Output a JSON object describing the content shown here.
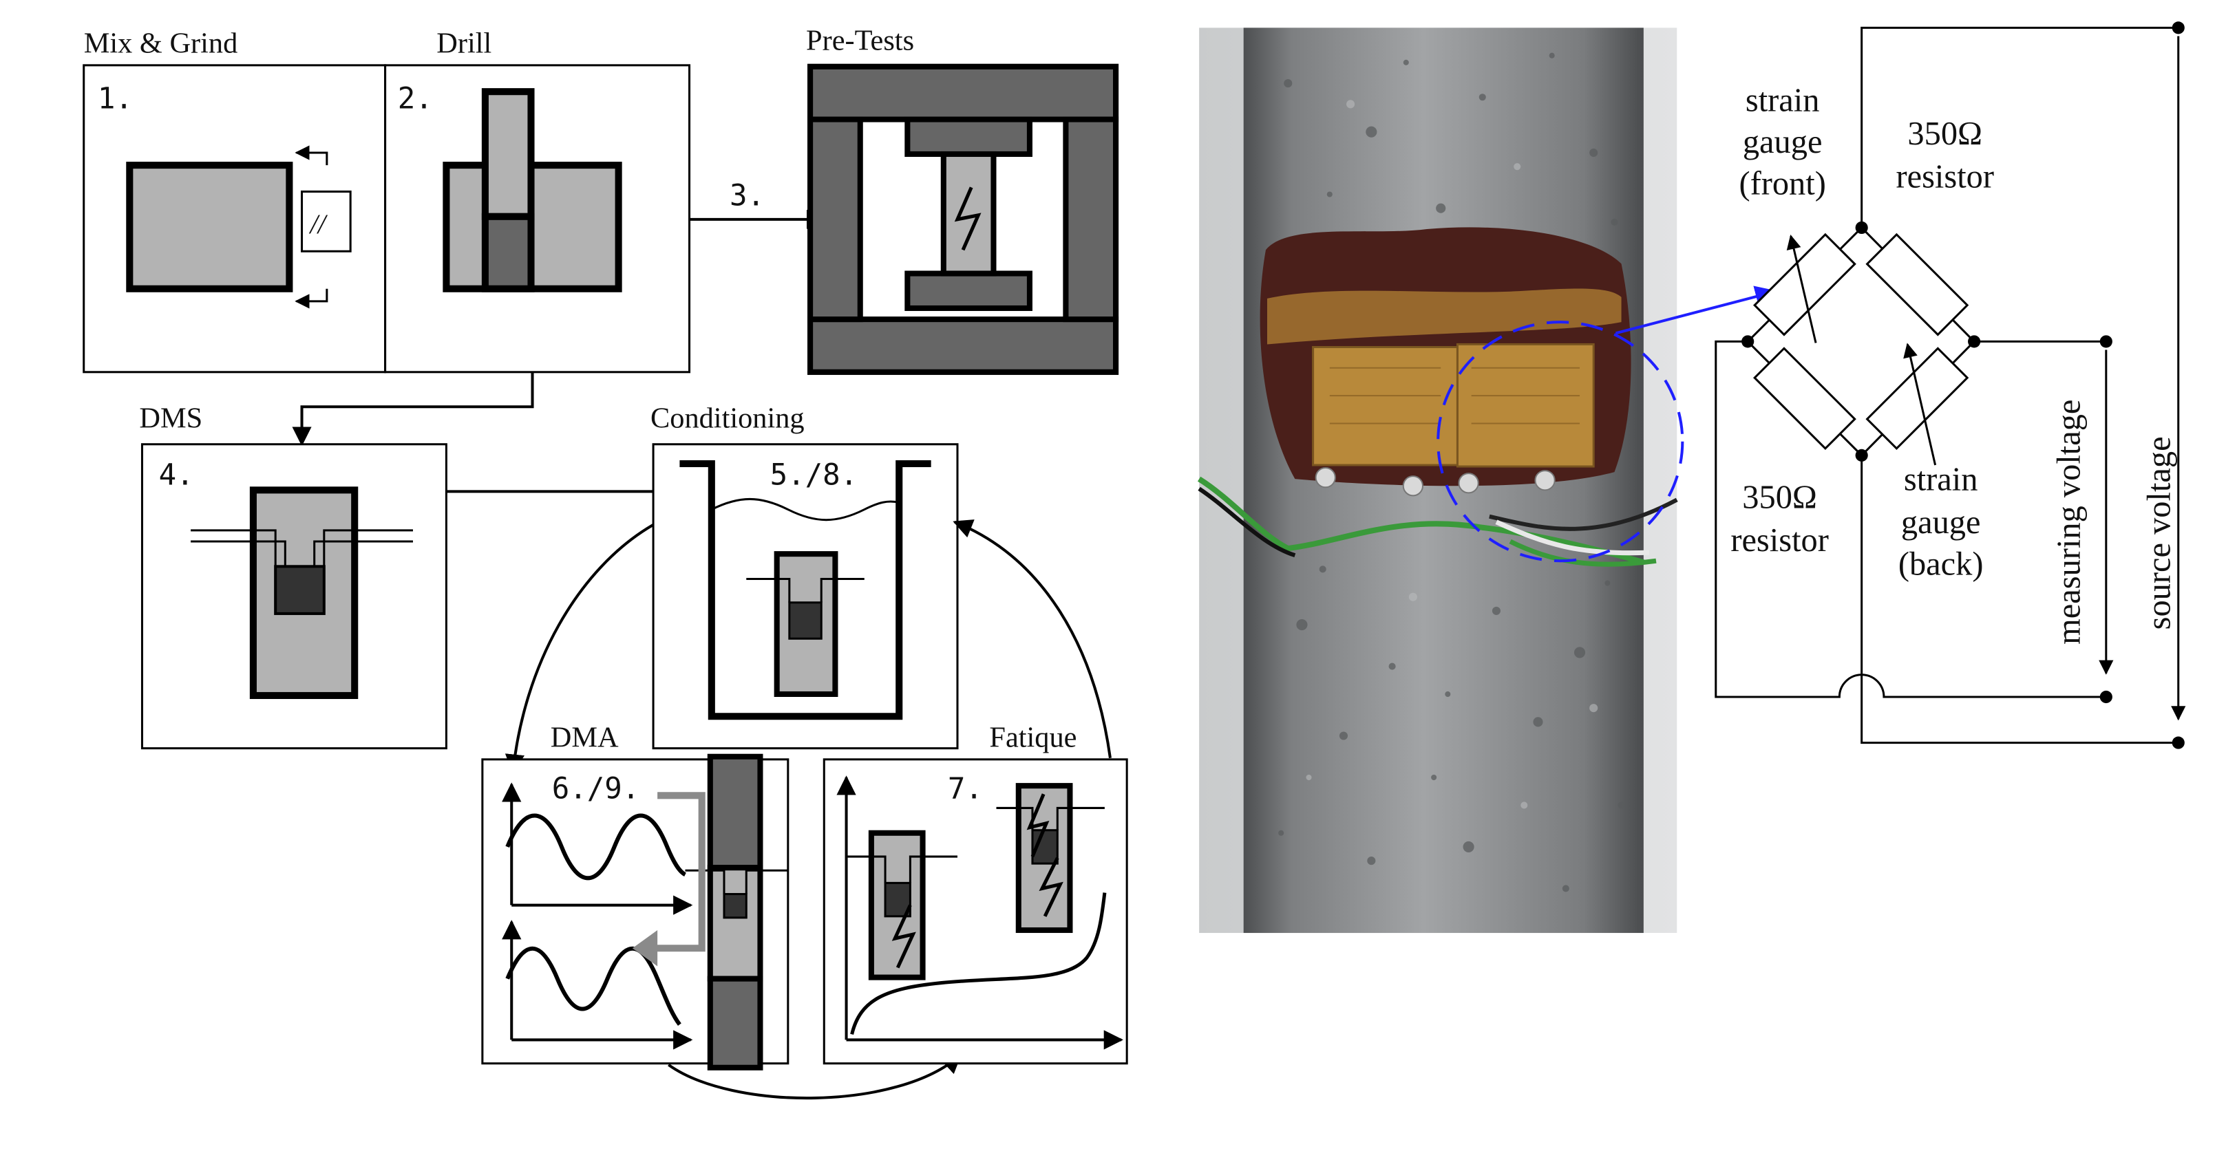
{
  "diagram": {
    "steps": {
      "mix_grind": {
        "title": "Mix & Grind",
        "number": "1.",
        "symbol": "//"
      },
      "drill": {
        "title": "Drill",
        "number": "2."
      },
      "arrow_label": "3.",
      "pre_tests": {
        "title": "Pre-Tests"
      },
      "dms": {
        "title": "DMS",
        "number": "4."
      },
      "conditioning": {
        "title": "Conditioning",
        "number": "5./8."
      },
      "dma": {
        "title": "DMA",
        "number": "6./9."
      },
      "fatigue": {
        "title": "Fatique",
        "number": "7."
      }
    },
    "circuit": {
      "strain_front": [
        "strain",
        "gauge",
        "(front)"
      ],
      "resistor_top": [
        "350Ω",
        "resistor"
      ],
      "resistor_bottom": [
        "350Ω",
        "resistor"
      ],
      "strain_back": [
        "strain",
        "gauge",
        "(back)"
      ],
      "measuring_voltage": "measuring voltage",
      "source_voltage": "source voltage"
    }
  },
  "colors": {
    "light_gray": "#b3b3b3",
    "mid_gray": "#666666",
    "dark_gray": "#333333",
    "pointer_blue": "#1f1fff",
    "arrow_gray": "#8a8a8a",
    "concrete": "#8d8f91"
  }
}
